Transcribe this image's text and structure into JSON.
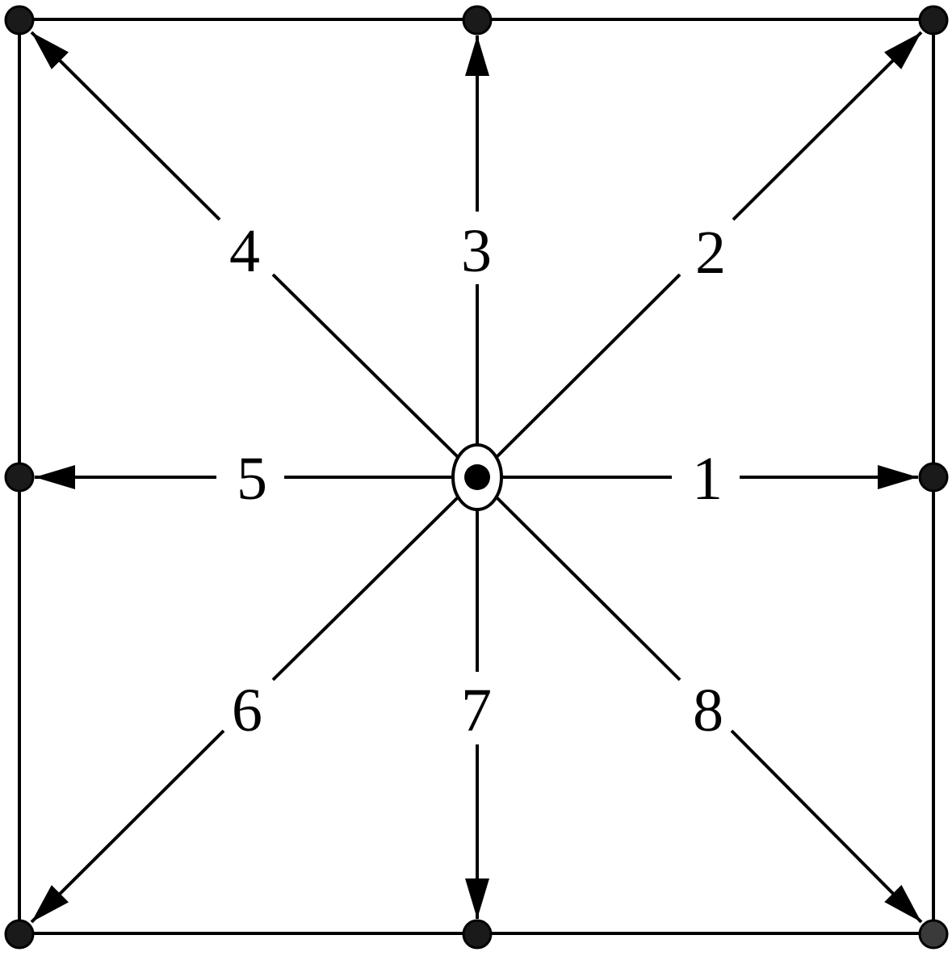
{
  "diagram": {
    "colors": {
      "stroke": "#000000",
      "node_fill": "#1a1a1a",
      "corner_node_fill": "#3a3a3a",
      "background": "#ffffff"
    },
    "directions": [
      {
        "id": "1",
        "label": "1",
        "target": "east"
      },
      {
        "id": "2",
        "label": "2",
        "target": "north-east"
      },
      {
        "id": "3",
        "label": "3",
        "target": "north"
      },
      {
        "id": "4",
        "label": "4",
        "target": "north-west"
      },
      {
        "id": "5",
        "label": "5",
        "target": "west"
      },
      {
        "id": "6",
        "label": "6",
        "target": "south-west"
      },
      {
        "id": "7",
        "label": "7",
        "target": "south"
      },
      {
        "id": "8",
        "label": "8",
        "target": "south-east"
      }
    ]
  }
}
